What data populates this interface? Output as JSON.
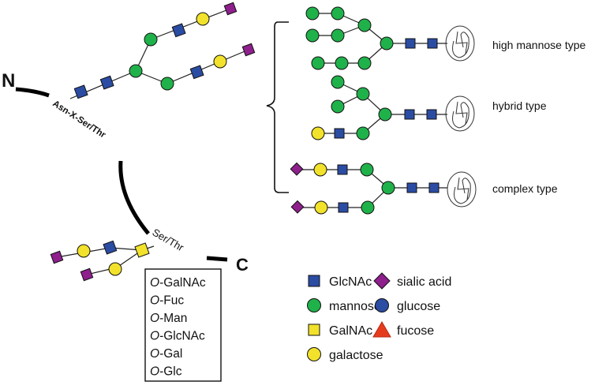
{
  "colors": {
    "GlcNAc": "#2b4ca3",
    "mannose": "#20b24a",
    "GalNAc": "#f2e22b",
    "galactose": "#f2e22b",
    "sialic_acid": "#8e1f8c",
    "glucose": "#2b4ca3",
    "fucose": "#e63c1e"
  },
  "protein_chain": {
    "n_terminus": "N",
    "c_terminus": "C",
    "n_glyco_site": "Asn-X-Ser/Thr",
    "o_glyco_site": "Ser/Thr"
  },
  "n_glycan_types": [
    {
      "label": "high mannose type"
    },
    {
      "label": "hybrid type"
    },
    {
      "label": "complex type"
    }
  ],
  "o_glycan_list": [
    {
      "prefix": "O",
      "name": "-GalNAc"
    },
    {
      "prefix": "O",
      "name": "-Fuc"
    },
    {
      "prefix": "O",
      "name": "-Man"
    },
    {
      "prefix": "O",
      "name": "-GlcNAc"
    },
    {
      "prefix": "O",
      "name": "-Gal"
    },
    {
      "prefix": "O",
      "name": "-Glc"
    }
  ],
  "legend": [
    {
      "symbol": "square",
      "color_key": "GlcNAc",
      "label": "GlcNAc"
    },
    {
      "symbol": "circle",
      "color_key": "mannose",
      "label": "mannose"
    },
    {
      "symbol": "square",
      "color_key": "GalNAc",
      "label": "GalNAc"
    },
    {
      "symbol": "circle",
      "color_key": "galactose",
      "label": "galactose"
    },
    {
      "symbol": "diamond",
      "color_key": "sialic_acid",
      "label": "sialic acid"
    },
    {
      "symbol": "circle",
      "color_key": "glucose",
      "label": "glucose"
    },
    {
      "symbol": "triangle",
      "color_key": "fucose",
      "label": "fucose"
    }
  ]
}
